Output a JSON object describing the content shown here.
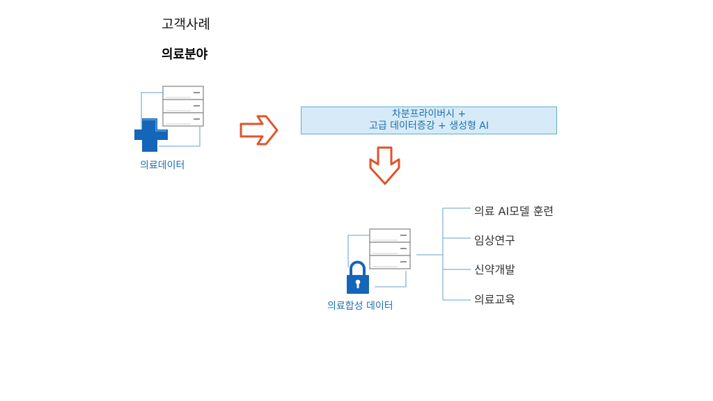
{
  "header": {
    "title": "고객사례",
    "section": "의료분야"
  },
  "source": {
    "label": "의료데이터",
    "icon": "medical-cross-icon"
  },
  "process": {
    "line1": "차분프라이버시 +",
    "line2": "고급 데이터증강 + 생성형 AI"
  },
  "output": {
    "label": "의료합성 데이터",
    "icon": "lock-icon"
  },
  "uses": [
    {
      "label": "의료 AI모델 훈련"
    },
    {
      "label": "임상연구"
    },
    {
      "label": "신약개발"
    },
    {
      "label": "의료교육"
    }
  ],
  "colors": {
    "accent": "#1f6fb0",
    "arrow": "#e0522b",
    "box_fill": "#d6ebf7",
    "box_border": "#5fa9d6",
    "server_border": "#8a8a8a"
  }
}
